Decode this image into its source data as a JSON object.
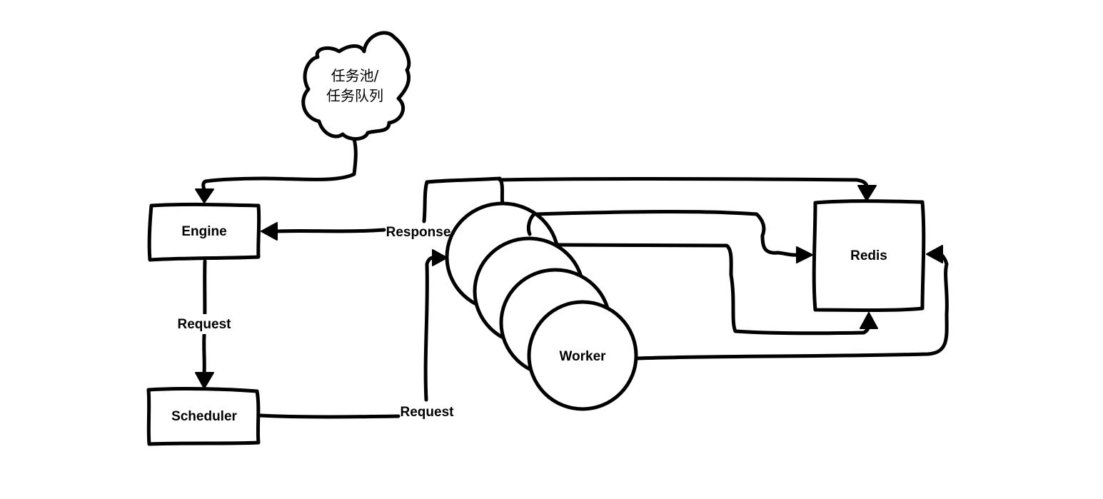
{
  "nodes": {
    "task_pool": {
      "line1": "任务池/",
      "line2": "任务队列"
    },
    "engine": "Engine",
    "scheduler": "Scheduler",
    "worker": "Worker",
    "redis": "Redis"
  },
  "edges": {
    "engine_to_scheduler": "Request",
    "scheduler_to_worker": "Request",
    "worker_to_engine": "Response"
  },
  "colors": {
    "stroke": "#000000",
    "background": "#ffffff"
  }
}
